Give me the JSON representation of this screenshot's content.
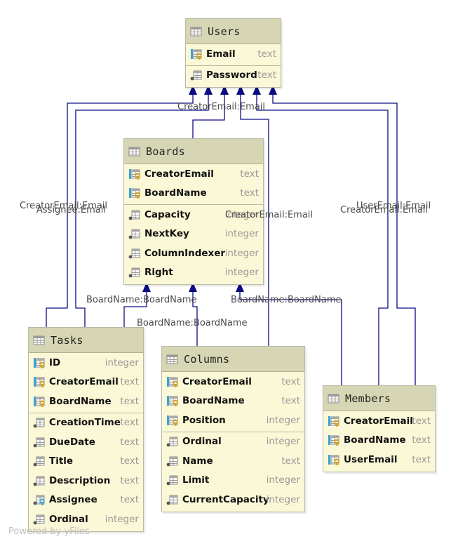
{
  "watermark": "Powered by yFiles",
  "tables": {
    "users": {
      "name": "Users",
      "key_columns": [
        {
          "name": "Email",
          "type": "text",
          "icon": "primary-key-icon"
        }
      ],
      "columns": [
        {
          "name": "Password",
          "type": "text",
          "icon": "column-icon"
        }
      ]
    },
    "boards": {
      "name": "Boards",
      "key_columns": [
        {
          "name": "CreatorEmail",
          "type": "text",
          "icon": "primary-foreign-key-icon"
        },
        {
          "name": "BoardName",
          "type": "text",
          "icon": "primary-key-icon"
        }
      ],
      "columns": [
        {
          "name": "Capacity",
          "type": "integer",
          "icon": "column-icon"
        },
        {
          "name": "NextKey",
          "type": "integer",
          "icon": "column-icon"
        },
        {
          "name": "ColumnIndexer",
          "type": "integer",
          "icon": "column-icon"
        },
        {
          "name": "Right",
          "type": "integer",
          "icon": "column-icon"
        }
      ]
    },
    "tasks": {
      "name": "Tasks",
      "key_columns": [
        {
          "name": "ID",
          "type": "integer",
          "icon": "primary-key-icon"
        },
        {
          "name": "CreatorEmail",
          "type": "text",
          "icon": "primary-foreign-key-icon"
        },
        {
          "name": "BoardName",
          "type": "text",
          "icon": "primary-foreign-key-icon"
        }
      ],
      "columns": [
        {
          "name": "CreationTime",
          "type": "text",
          "icon": "column-icon"
        },
        {
          "name": "DueDate",
          "type": "text",
          "icon": "column-icon"
        },
        {
          "name": "Title",
          "type": "text",
          "icon": "column-icon"
        },
        {
          "name": "Description",
          "type": "text",
          "icon": "column-icon"
        },
        {
          "name": "Assignee",
          "type": "text",
          "icon": "foreign-key-icon"
        },
        {
          "name": "Ordinal",
          "type": "integer",
          "icon": "column-icon"
        }
      ]
    },
    "columns": {
      "name": "Columns",
      "key_columns": [
        {
          "name": "CreatorEmail",
          "type": "text",
          "icon": "primary-foreign-key-icon"
        },
        {
          "name": "BoardName",
          "type": "text",
          "icon": "primary-foreign-key-icon"
        },
        {
          "name": "Position",
          "type": "integer",
          "icon": "primary-key-icon"
        }
      ],
      "columns": [
        {
          "name": "Ordinal",
          "type": "integer",
          "icon": "column-icon"
        },
        {
          "name": "Name",
          "type": "text",
          "icon": "column-icon"
        },
        {
          "name": "Limit",
          "type": "integer",
          "icon": "column-icon"
        },
        {
          "name": "CurrentCapacity",
          "type": "integer",
          "icon": "column-icon"
        }
      ]
    },
    "members": {
      "name": "Members",
      "key_columns": [
        {
          "name": "CreatorEmail",
          "type": "text",
          "icon": "primary-foreign-key-icon"
        },
        {
          "name": "BoardName",
          "type": "text",
          "icon": "primary-foreign-key-icon"
        },
        {
          "name": "UserEmail",
          "type": "text",
          "icon": "primary-foreign-key-icon"
        }
      ],
      "columns": []
    }
  },
  "edge_labels": {
    "boards_to_users": "CreatorEmail:Email",
    "tasks_creator_to_users": "CreatorEmail:Email",
    "tasks_assignee_to_users": "Assignee:Email",
    "columns_creator_to_users": "CreatorEmail:Email",
    "members_user_to_users": "UserEmail:Email",
    "members_creator_to_users": "CreatorEmail:Email",
    "tasks_board_to_boards": "BoardName:BoardName",
    "columns_board_to_boards": "BoardName:BoardName",
    "members_board_to_boards": "BoardName:BoardName"
  },
  "colors": {
    "wire": "#0c0c82",
    "header": "#d6d6b4",
    "body": "#fbf8d7",
    "key_gold": "#d9a514",
    "key_blue": "#3aa3d6"
  }
}
